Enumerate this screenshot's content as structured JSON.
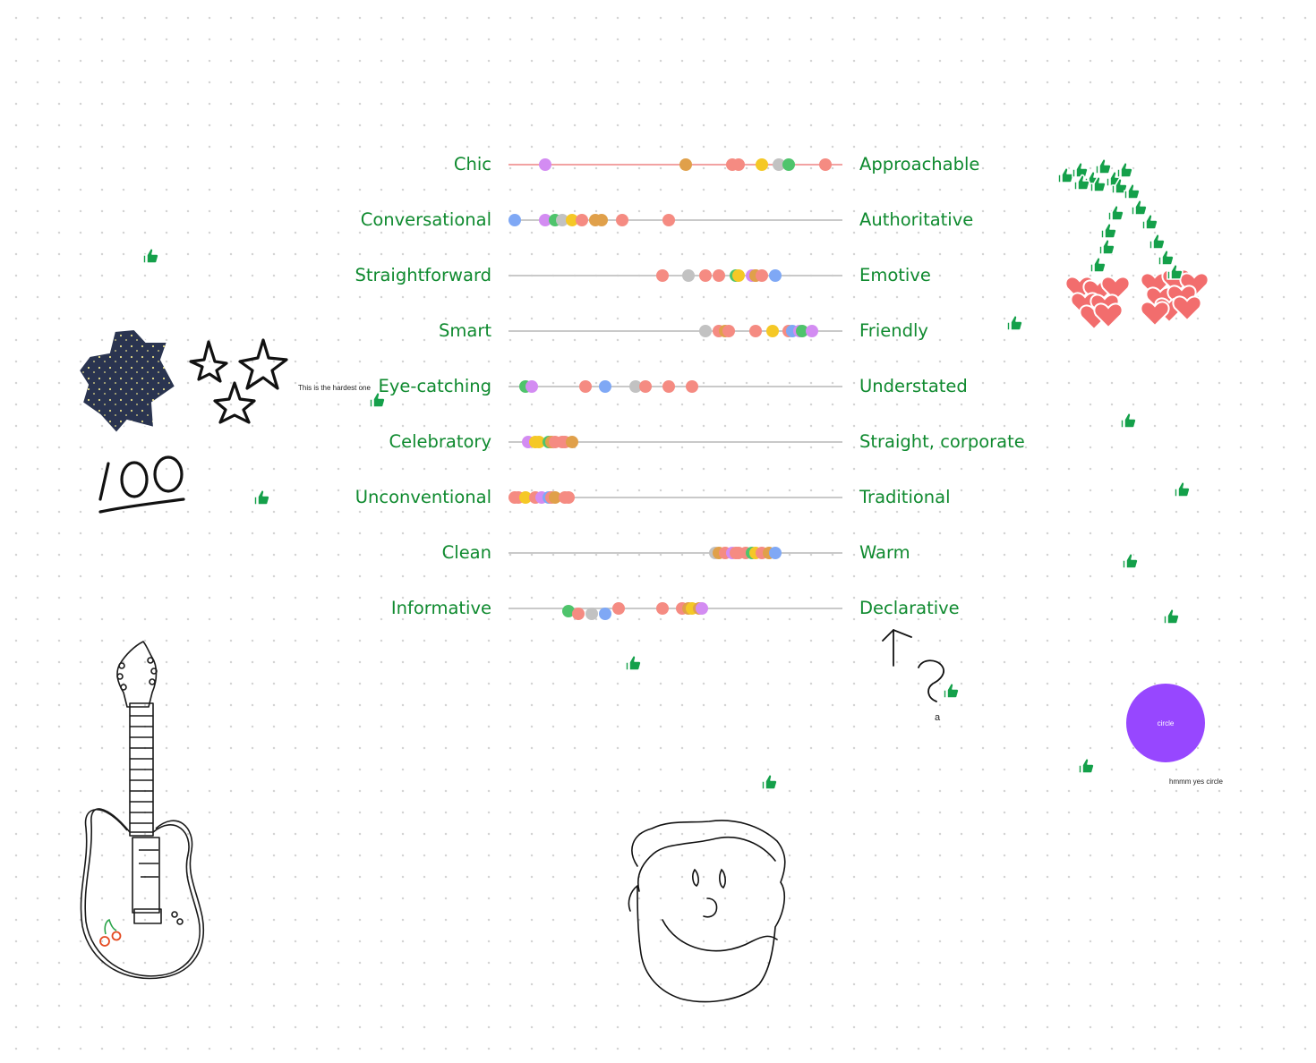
{
  "scales": [
    {
      "left": "Chic",
      "right": "Approachable",
      "votes": [
        {
          "p": 0.11,
          "c": "#d38cf2"
        },
        {
          "p": 0.53,
          "c": "#e0a04a"
        },
        {
          "p": 0.67,
          "c": "#f58b82"
        },
        {
          "p": 0.69,
          "c": "#f58b82"
        },
        {
          "p": 0.76,
          "c": "#f5c826"
        },
        {
          "p": 0.81,
          "c": "#c2c2c2"
        },
        {
          "p": 0.84,
          "c": "#4fc46c"
        },
        {
          "p": 0.95,
          "c": "#f58b82"
        }
      ]
    },
    {
      "left": "Conversational",
      "right": "Authoritative",
      "votes": [
        {
          "p": 0.02,
          "c": "#7fa8f5"
        },
        {
          "p": 0.11,
          "c": "#d38cf2"
        },
        {
          "p": 0.14,
          "c": "#4fc46c"
        },
        {
          "p": 0.16,
          "c": "#c2c2c2"
        },
        {
          "p": 0.19,
          "c": "#f5c826"
        },
        {
          "p": 0.22,
          "c": "#f58b82"
        },
        {
          "p": 0.26,
          "c": "#e0a04a"
        },
        {
          "p": 0.28,
          "c": "#e0a04a"
        },
        {
          "p": 0.34,
          "c": "#f58b82"
        },
        {
          "p": 0.48,
          "c": "#f58b82"
        }
      ]
    },
    {
      "left": "Straightforward",
      "right": "Emotive",
      "votes": [
        {
          "p": 0.46,
          "c": "#f58b82"
        },
        {
          "p": 0.54,
          "c": "#c2c2c2"
        },
        {
          "p": 0.59,
          "c": "#f58b82"
        },
        {
          "p": 0.63,
          "c": "#f58b82"
        },
        {
          "p": 0.68,
          "c": "#4fc46c"
        },
        {
          "p": 0.69,
          "c": "#f5c826"
        },
        {
          "p": 0.73,
          "c": "#d38cf2"
        },
        {
          "p": 0.74,
          "c": "#f58b82"
        },
        {
          "p": 0.74,
          "c": "#e0a04a"
        },
        {
          "p": 0.76,
          "c": "#f58b82"
        },
        {
          "p": 0.8,
          "c": "#7fa8f5"
        }
      ]
    },
    {
      "left": "Smart",
      "right": "Friendly",
      "votes": [
        {
          "p": 0.59,
          "c": "#c2c2c2"
        },
        {
          "p": 0.63,
          "c": "#f58b82"
        },
        {
          "p": 0.65,
          "c": "#e0a04a"
        },
        {
          "p": 0.66,
          "c": "#f58b82"
        },
        {
          "p": 0.74,
          "c": "#f58b82"
        },
        {
          "p": 0.79,
          "c": "#f5c826"
        },
        {
          "p": 0.84,
          "c": "#f58b82"
        },
        {
          "p": 0.85,
          "c": "#7fa8f5"
        },
        {
          "p": 0.87,
          "c": "#d38cf2"
        },
        {
          "p": 0.88,
          "c": "#4fc46c"
        },
        {
          "p": 0.91,
          "c": "#d38cf2"
        }
      ]
    },
    {
      "left": "Eye-catching",
      "right": "Understated",
      "votes": [
        {
          "p": 0.05,
          "c": "#4fc46c"
        },
        {
          "p": 0.07,
          "c": "#d38cf2"
        },
        {
          "p": 0.23,
          "c": "#f58b82"
        },
        {
          "p": 0.29,
          "c": "#7fa8f5"
        },
        {
          "p": 0.38,
          "c": "#c2c2c2"
        },
        {
          "p": 0.41,
          "c": "#f58b82"
        },
        {
          "p": 0.48,
          "c": "#f58b82"
        },
        {
          "p": 0.55,
          "c": "#f58b82"
        }
      ]
    },
    {
      "left": "Celebratory",
      "right": "Straight, corporate",
      "votes": [
        {
          "p": 0.06,
          "c": "#d38cf2"
        },
        {
          "p": 0.08,
          "c": "#f5c826"
        },
        {
          "p": 0.09,
          "c": "#f5c826"
        },
        {
          "p": 0.12,
          "c": "#4fc46c"
        },
        {
          "p": 0.13,
          "c": "#e0a04a"
        },
        {
          "p": 0.14,
          "c": "#f58b82"
        },
        {
          "p": 0.16,
          "c": "#f58b82"
        },
        {
          "p": 0.17,
          "c": "#f58b82"
        },
        {
          "p": 0.19,
          "c": "#e0a04a"
        }
      ]
    },
    {
      "left": "Unconventional",
      "right": "Traditional",
      "votes": [
        {
          "p": 0.02,
          "c": "#f58b82"
        },
        {
          "p": 0.03,
          "c": "#f58b82"
        },
        {
          "p": 0.05,
          "c": "#f5c826"
        },
        {
          "p": 0.08,
          "c": "#f58b82"
        },
        {
          "p": 0.1,
          "c": "#d38cf2"
        },
        {
          "p": 0.12,
          "c": "#7fa8f5"
        },
        {
          "p": 0.13,
          "c": "#f58b82"
        },
        {
          "p": 0.14,
          "c": "#e0a04a"
        },
        {
          "p": 0.17,
          "c": "#f58b82"
        },
        {
          "p": 0.18,
          "c": "#f58b82"
        }
      ]
    },
    {
      "left": "Clean",
      "right": "Warm",
      "votes": [
        {
          "p": 0.62,
          "c": "#c2c2c2"
        },
        {
          "p": 0.63,
          "c": "#e0a04a"
        },
        {
          "p": 0.65,
          "c": "#f58b82"
        },
        {
          "p": 0.67,
          "c": "#d38cf2"
        },
        {
          "p": 0.68,
          "c": "#f58b82"
        },
        {
          "p": 0.69,
          "c": "#f58b82"
        },
        {
          "p": 0.71,
          "c": "#f58b82"
        },
        {
          "p": 0.73,
          "c": "#4fc46c"
        },
        {
          "p": 0.74,
          "c": "#f5c826"
        },
        {
          "p": 0.76,
          "c": "#f58b82"
        },
        {
          "p": 0.78,
          "c": "#e0a04a"
        },
        {
          "p": 0.8,
          "c": "#7fa8f5"
        }
      ]
    },
    {
      "left": "Informative",
      "right": "Declarative",
      "votes": [
        {
          "p": 0.18,
          "c": "#4fc46c",
          "o": 3
        },
        {
          "p": 0.21,
          "c": "#f58b82",
          "o": 6
        },
        {
          "p": 0.25,
          "c": "#c2c2c2",
          "o": 6
        },
        {
          "p": 0.29,
          "c": "#7fa8f5",
          "o": 6
        },
        {
          "p": 0.33,
          "c": "#f58b82"
        },
        {
          "p": 0.46,
          "c": "#f58b82"
        },
        {
          "p": 0.52,
          "c": "#f58b82"
        },
        {
          "p": 0.54,
          "c": "#e0a04a"
        },
        {
          "p": 0.55,
          "c": "#f5c826"
        },
        {
          "p": 0.57,
          "c": "#e0a04a"
        },
        {
          "p": 0.58,
          "c": "#d38cf2"
        }
      ]
    }
  ],
  "notes": {
    "hardest": "This is the hardest one",
    "circle_label": "circle",
    "circle_caption": "hmmm yes circle",
    "small_mark": "a"
  },
  "colors": {
    "label_green": "#0f8a2f",
    "thumb_green": "#14a04a",
    "heart": "#f26d6d",
    "circle": "#9747ff"
  },
  "icons": {
    "vote_icon": "thumbs-up-icon",
    "heart_icon": "heart-icon",
    "sticker": "starry-star-sticker"
  }
}
